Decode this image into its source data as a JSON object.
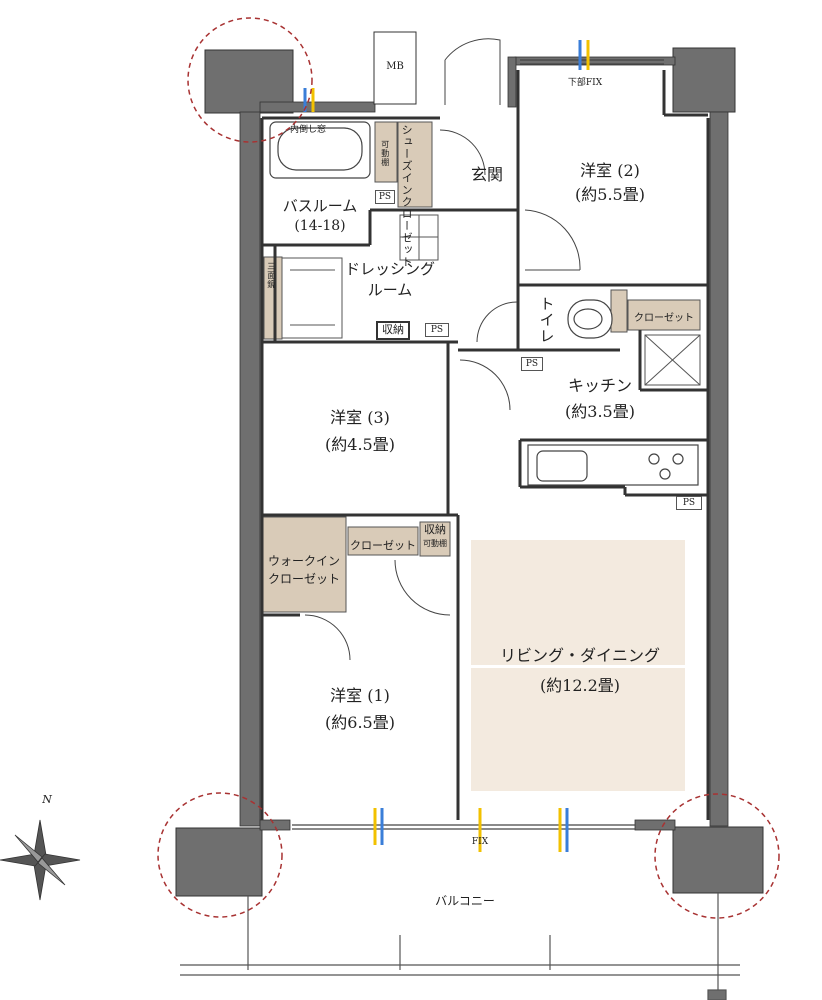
{
  "rooms": {
    "western2": {
      "name": "洋室 (2)",
      "size": "(約5.5畳)"
    },
    "western3": {
      "name": "洋室 (3)",
      "size": "(約4.5畳)"
    },
    "western1": {
      "name": "洋室 (1)",
      "size": "(約6.5畳)"
    },
    "kitchen": {
      "name": "キッチン",
      "size": "(約3.5畳)"
    },
    "living": {
      "name": "リビング・ダイニング",
      "size": "(約12.2畳)"
    },
    "bath": {
      "name": "バスルーム",
      "size": "(14-18)"
    },
    "dressing": {
      "line1": "ドレッシング",
      "line2": "ルーム"
    },
    "entrance": "玄関",
    "toilet": "トイレ",
    "balcony": "バルコニー"
  },
  "storage": {
    "shoes": "シューズインクローゼット",
    "shoes_shelf": "可動棚",
    "walkin_line1": "ウォークイン",
    "walkin_line2": "クローゼット",
    "closet": "クローゼット",
    "closet_toilet": "クローゼット",
    "shuno_dressing": "収納",
    "shuno_mid": "収納",
    "shuno_mid_shelf": "可動棚",
    "wash_shelf": "三面鏡"
  },
  "fixtures": {
    "mb": "MB",
    "ps": "PS",
    "inner_window": "内倒し窓",
    "lower_fix": "下部FIX",
    "fix": "FIX",
    "north": "N"
  },
  "colors": {
    "wall": "#6f6f6f",
    "closet_fill": "#d9cbb8",
    "living_fill": "#f5ede1",
    "line": "#333333",
    "circle": "#a83232"
  }
}
